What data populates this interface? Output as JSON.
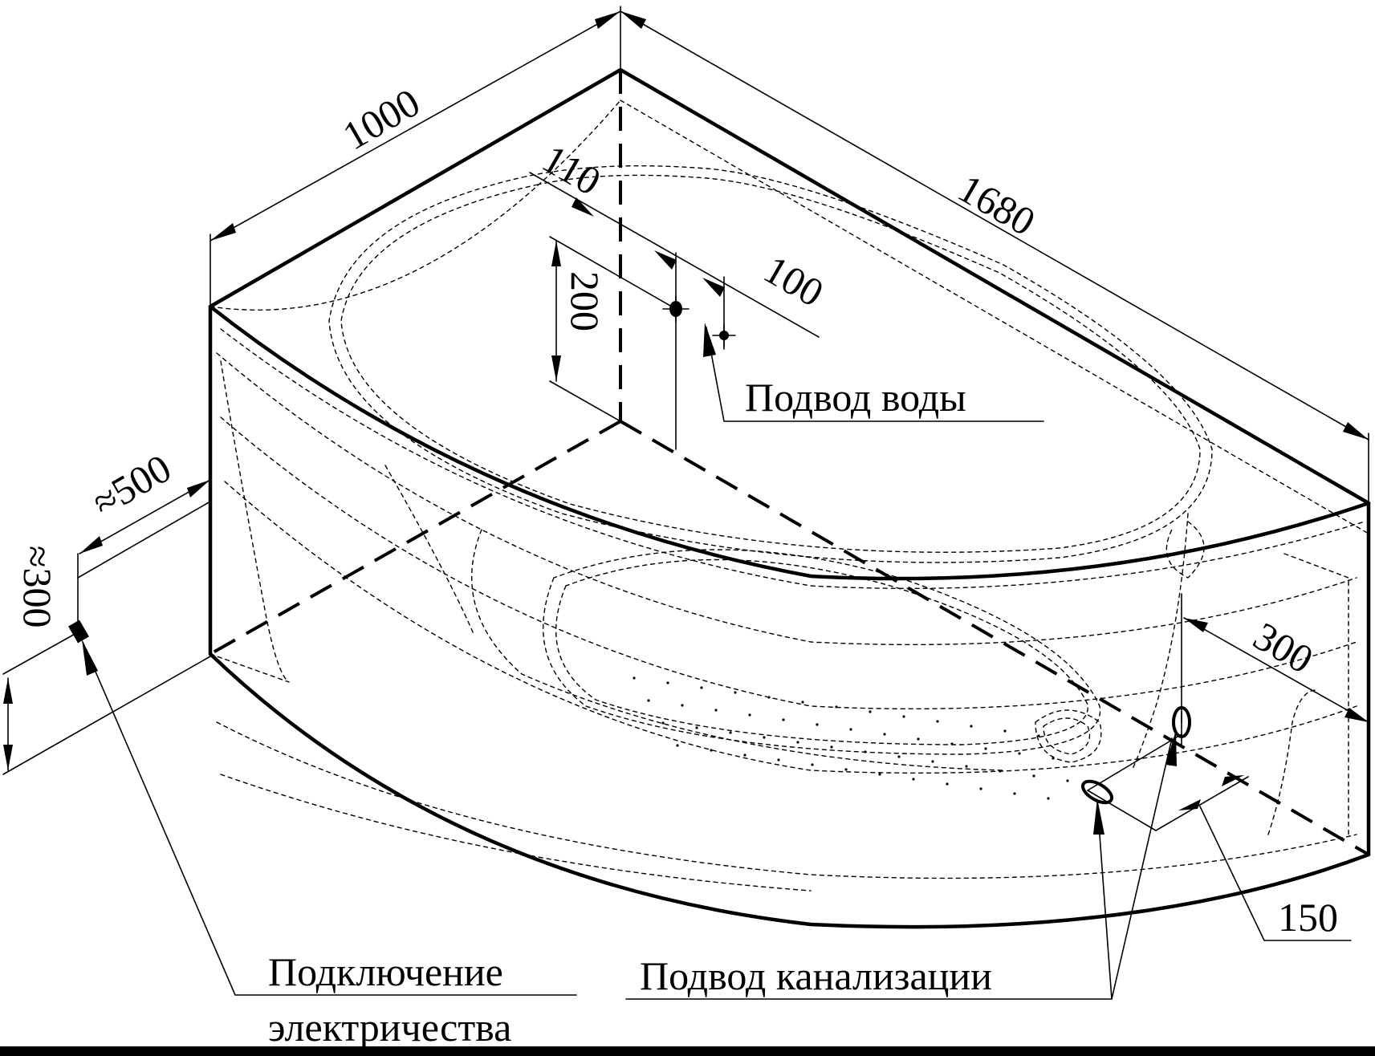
{
  "dimensions": {
    "width_1000": "1000",
    "length_1680": "1680",
    "offset_110": "110",
    "offset_100": "100",
    "height_200": "200",
    "approx_500": "≈500",
    "approx_300_left": "≈300",
    "drain_300": "300",
    "drain_150": "150"
  },
  "labels": {
    "water_supply": "Подвод воды",
    "electric_line1": "Подключение",
    "electric_line2": "электричества",
    "sewage": "Подвод канализации"
  }
}
